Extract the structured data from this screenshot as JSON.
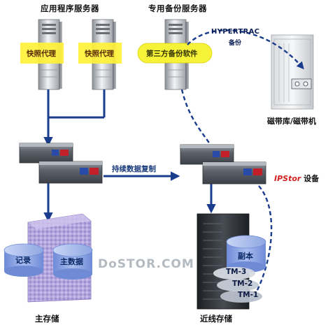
{
  "labels": {
    "app_servers": "应用程序服务器",
    "backup_server": "专用备份服务器",
    "snapshot_agent_1": "快照代理",
    "snapshot_agent_2": "快照代理",
    "third_party_backup": "第三方备份软件",
    "hypertrac": "HYPERTRAC",
    "hypertrac_sub": "备份",
    "tape_library": "磁带库/磁带机",
    "continuous_replication": "持续数据复制",
    "ipstor_brand": "IPStor",
    "ipstor_suffix": " 设备",
    "record": "记录",
    "master_data": "主数据",
    "replica": "副本",
    "tm3": "TM-3",
    "tm2": "TM-2",
    "tm1": "TM-1",
    "watermark": "DoSTOR.COM",
    "primary_storage": "主存储",
    "nearline_storage": "近线存储"
  },
  "colors": {
    "flow_arrow": "#1a3c8c",
    "dashed_link": "#1a3c8c",
    "sticky_note": "#fff23a",
    "cylinder": "#8aa4e0",
    "rack_purple": "#a99ad6",
    "ipstor_red": "#d02020"
  },
  "icons": [
    "server-tower-icon",
    "tape-library-icon",
    "storage-array-icon",
    "disk-cylinder-icon",
    "rack-icon"
  ]
}
